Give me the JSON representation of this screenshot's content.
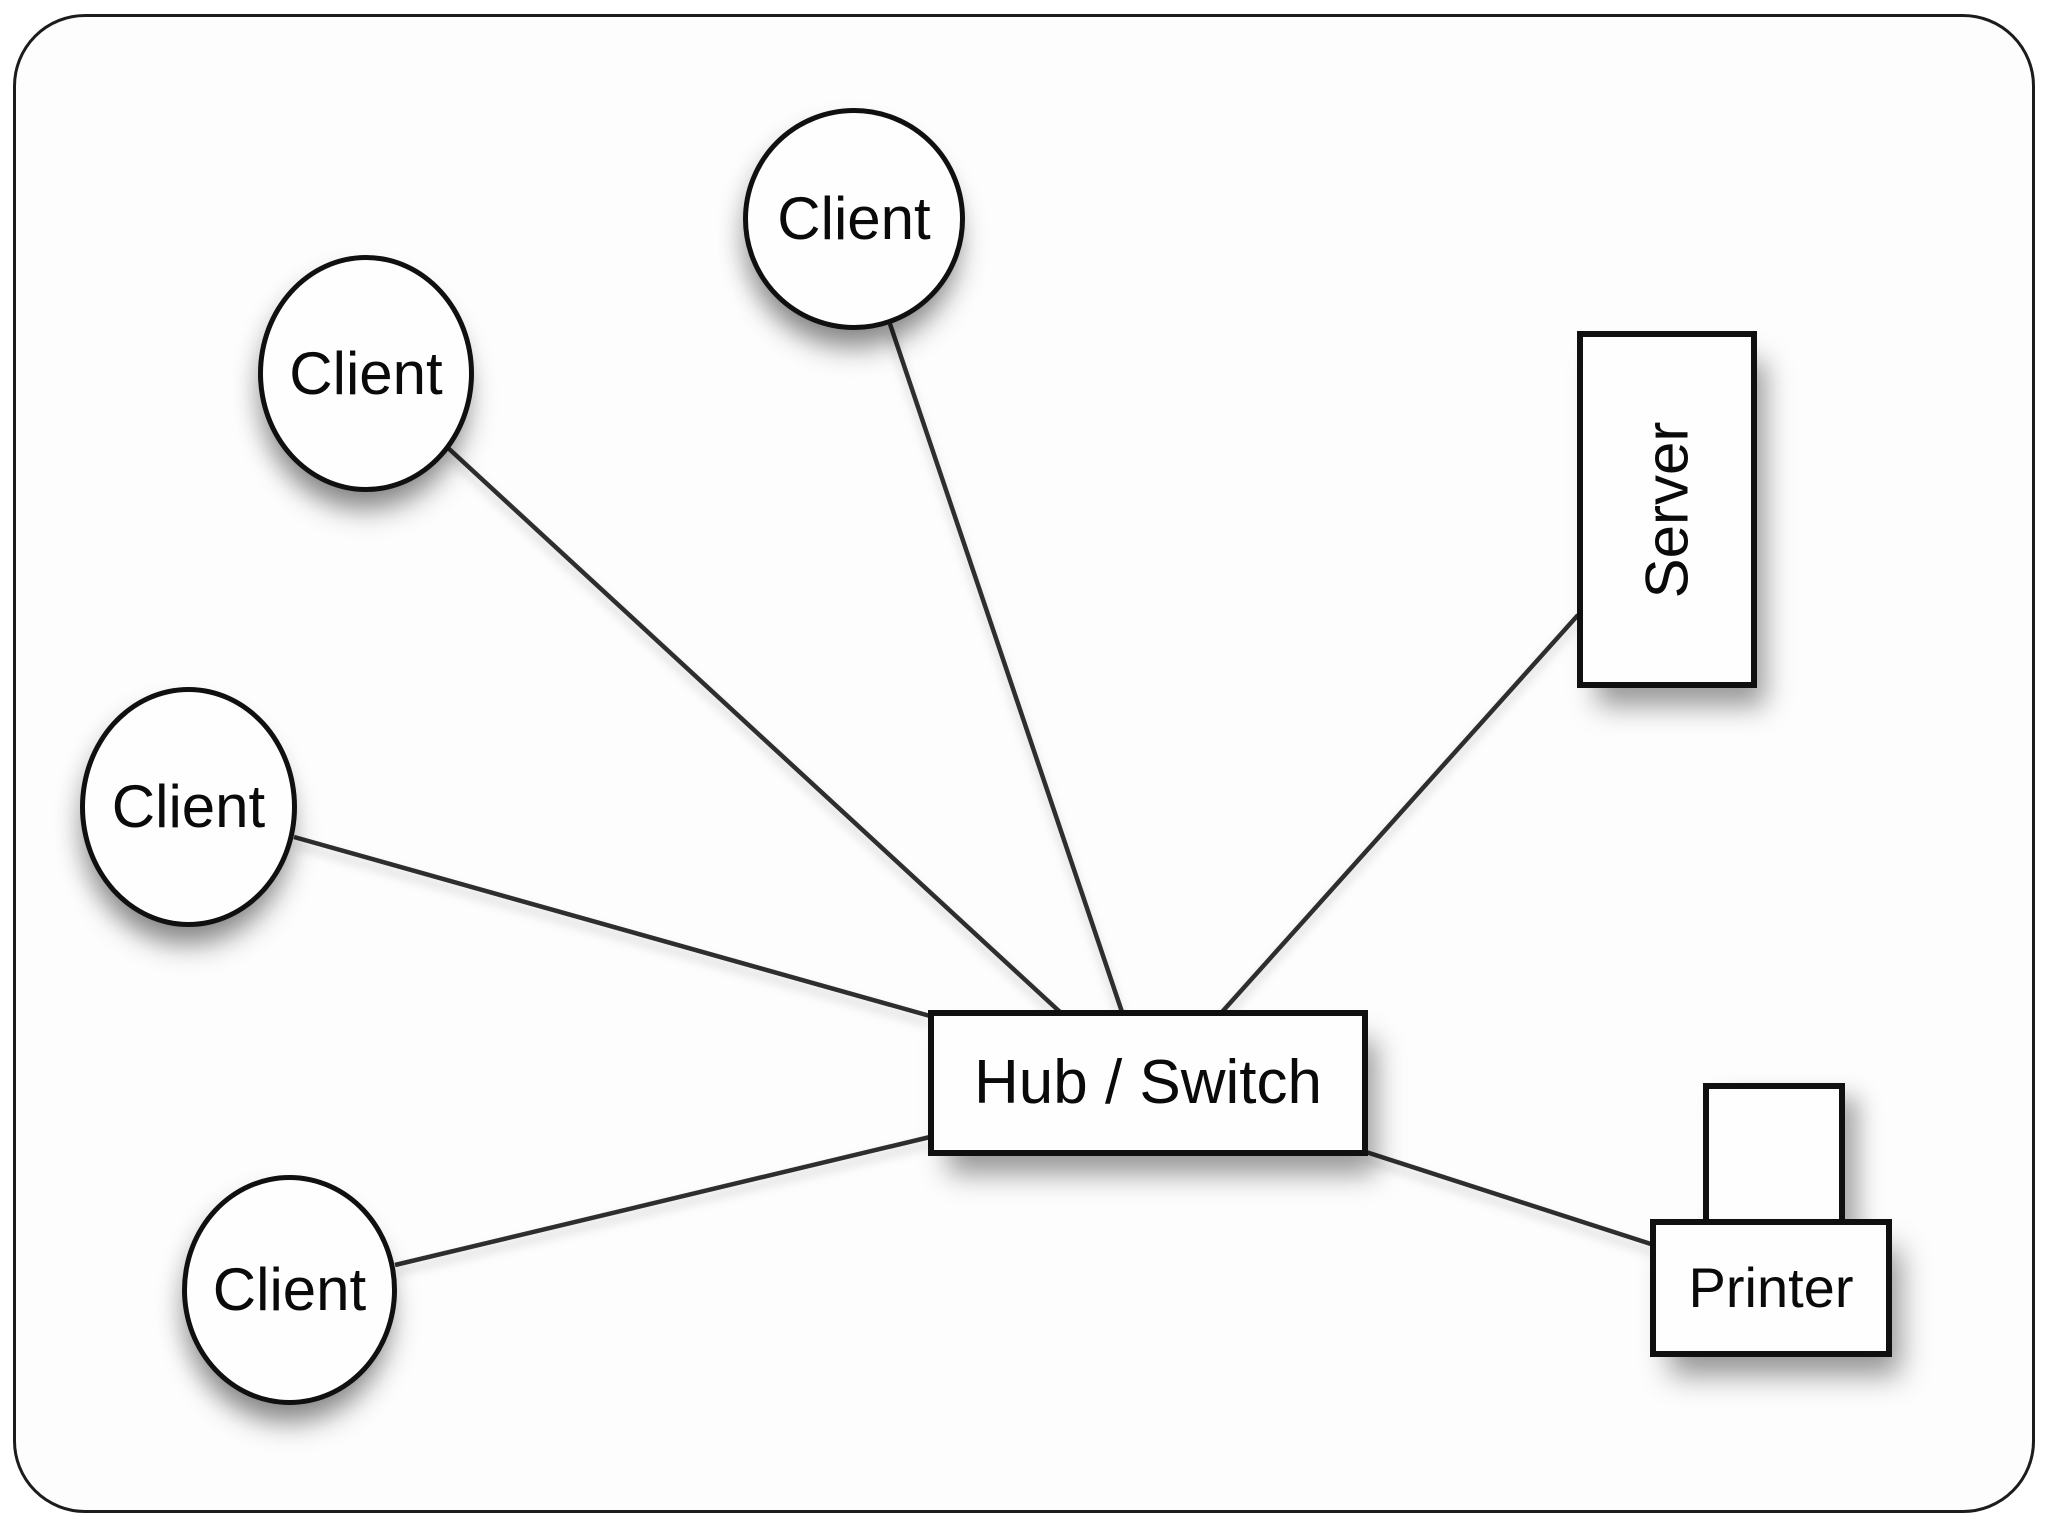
{
  "colors": {
    "background": "#fdfdfd",
    "frame_border": "#1c1c1c",
    "node_fill": "#fefefe",
    "node_border": "#101010",
    "line": "#2e2e2e",
    "text": "#0a0a0a"
  },
  "nodes": {
    "client_top": {
      "label": "Client",
      "shape": "circle"
    },
    "client_upper_left": {
      "label": "Client",
      "shape": "circle"
    },
    "client_middle_left": {
      "label": "Client",
      "shape": "circle"
    },
    "client_bottom_left": {
      "label": "Client",
      "shape": "circle"
    },
    "hub": {
      "label": "Hub / Switch",
      "shape": "rectangle"
    },
    "server": {
      "label": "Server",
      "shape": "vertical-rectangle"
    },
    "printer": {
      "label": "Printer",
      "shape": "printer"
    }
  },
  "edges": [
    {
      "from": "client_top",
      "to": "hub"
    },
    {
      "from": "client_upper_left",
      "to": "hub"
    },
    {
      "from": "client_middle_left",
      "to": "hub"
    },
    {
      "from": "client_bottom_left",
      "to": "hub"
    },
    {
      "from": "hub",
      "to": "server"
    },
    {
      "from": "hub",
      "to": "printer"
    }
  ]
}
